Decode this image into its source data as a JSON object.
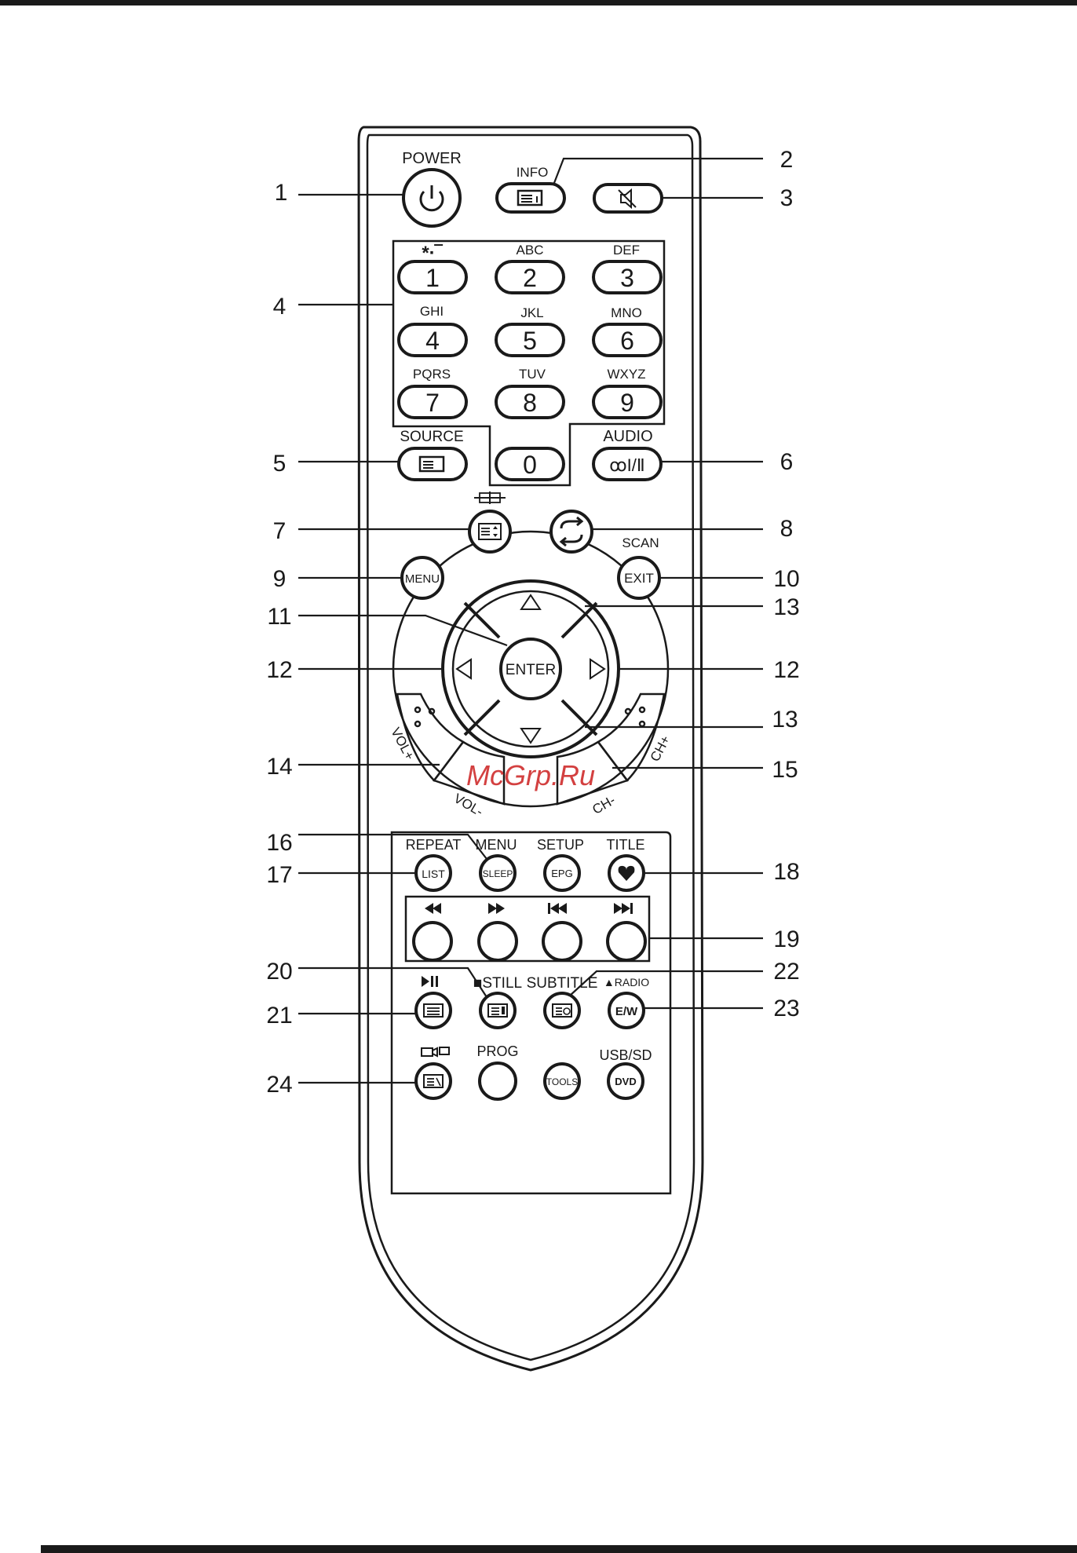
{
  "labels": {
    "power": "POWER",
    "info": "INFO",
    "star": "*·‾",
    "abc": "ABC",
    "def": "DEF",
    "ghi": "GHI",
    "jkl": "JKL",
    "mno": "MNO",
    "pqrs": "PQRS",
    "tuv": "TUV",
    "wxyz": "WXYZ",
    "source": "SOURCE",
    "audio": "AUDIO",
    "audio_btn": "ꝏI/Ⅱ",
    "scan": "SCAN",
    "menu": "MENU",
    "exit": "EXIT",
    "enter": "ENTER",
    "vol_plus": "VOL+",
    "vol_minus": "VOL-",
    "ch_plus": "CH+",
    "ch_minus": "CH-",
    "repeat": "REPEAT",
    "menu2": "MENU",
    "setup": "SETUP",
    "title": "TITLE",
    "list": "LIST",
    "sleep": "SLEEP",
    "epg": "EPG",
    "still": "■STILL",
    "subtitle": "SUBTITLE",
    "radio": "▲RADIO",
    "ew": "E/W",
    "prog": "PROG",
    "tools": "TOOLS",
    "usbsd": "USB/SD",
    "dvd": "DVD",
    "watermark": "McGrp.Ru"
  },
  "digits": [
    "1",
    "2",
    "3",
    "4",
    "5",
    "6",
    "7",
    "8",
    "9",
    "0"
  ],
  "callouts": [
    "1",
    "2",
    "3",
    "4",
    "5",
    "6",
    "7",
    "8",
    "9",
    "10",
    "11",
    "12",
    "12",
    "13",
    "13",
    "14",
    "15",
    "16",
    "17",
    "18",
    "19",
    "20",
    "22",
    "21",
    "23",
    "24"
  ],
  "icons": {
    "power": "power-icon",
    "info": "info-icon",
    "mute": "mute-icon",
    "source": "source-icon",
    "aspect": "aspect-icon",
    "recall": "recall-icon",
    "up": "arrow-up-icon",
    "down": "arrow-down-icon",
    "left": "arrow-left-icon",
    "right": "arrow-right-icon",
    "favorite": "heart-icon",
    "rewind": "rewind-icon",
    "forward": "fast-forward-icon",
    "prev": "skip-previous-icon",
    "next": "skip-next-icon",
    "playpause": "play-pause-icon",
    "teletext": "teletext-icon",
    "subtitle": "subtitle-icon",
    "record": "camera-icon"
  },
  "colors": {
    "ink": "#1a1a1a",
    "watermark": "#cc1f1f"
  }
}
